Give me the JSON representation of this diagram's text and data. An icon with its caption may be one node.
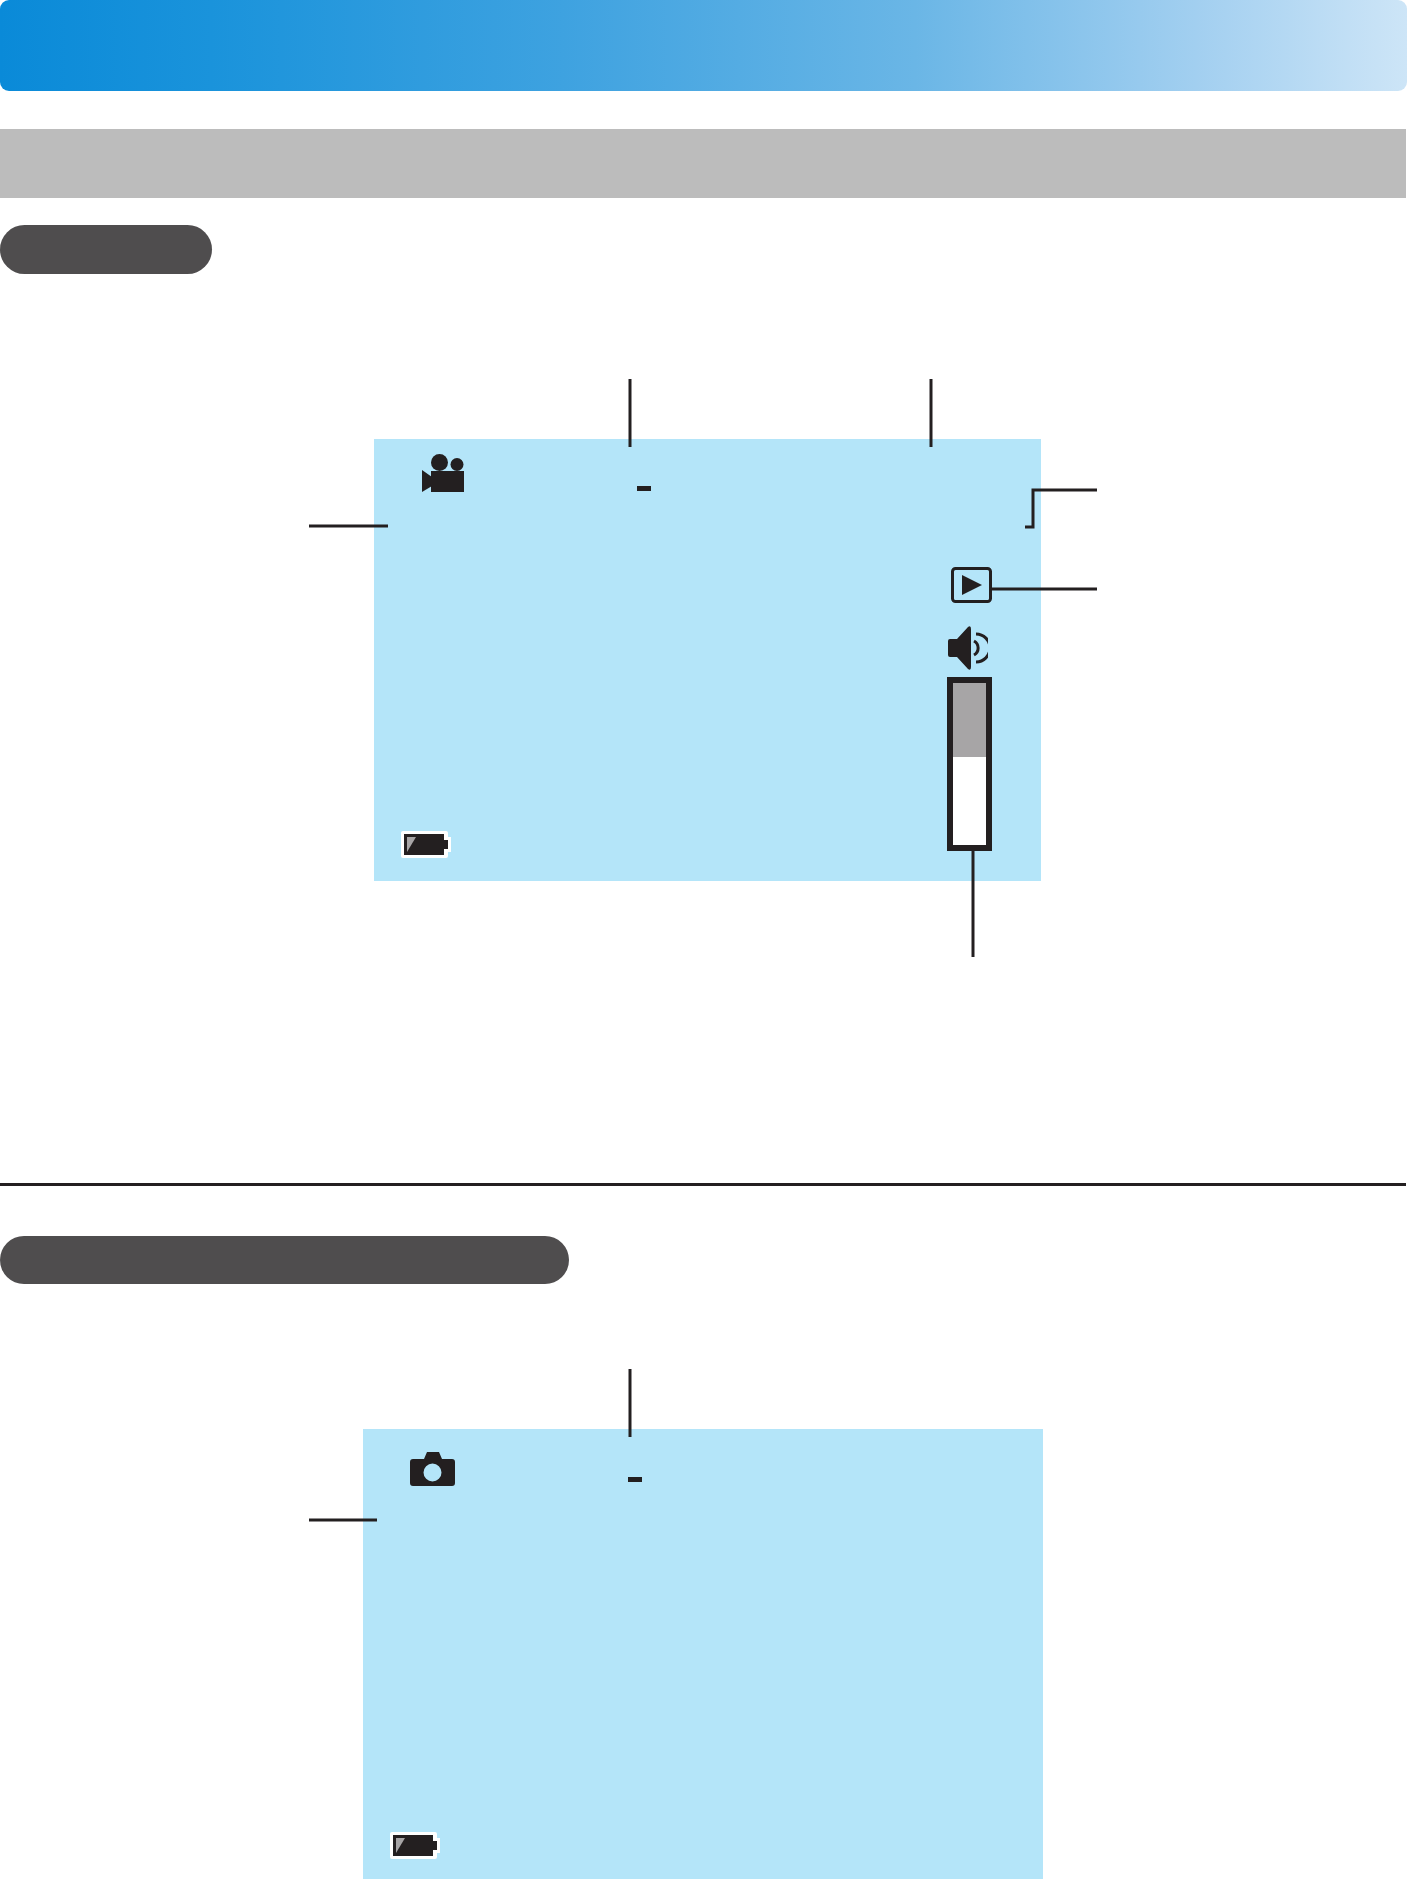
{
  "diagram": {
    "nodes": [
      {
        "text": [],
        "shape": "bar"
      },
      {
        "text": [],
        "shape": "bar"
      },
      {
        "text": [],
        "shape": "pill"
      },
      {
        "text": [],
        "shape": "box"
      },
      {
        "text": [],
        "shape": "picture",
        "in": 3
      },
      {
        "text": [],
        "shape": "bar",
        "in": 3
      },
      {
        "text": [],
        "shape": "pill"
      },
      {
        "text": [],
        "shape": "box"
      }
    ],
    "edges": [
      {
        "from": null,
        "to": 3,
        "arrow": "none"
      },
      {
        "from": null,
        "to": 3,
        "arrow": "none"
      },
      {
        "from": null,
        "to": 3,
        "arrow": "none"
      },
      {
        "from": null,
        "to": 3,
        "arrow": "none"
      },
      {
        "from": null,
        "to": 4,
        "arrow": "none"
      },
      {
        "from": null,
        "to": 5,
        "arrow": "none"
      },
      {
        "from": null,
        "to": 7,
        "arrow": "none"
      },
      {
        "from": null,
        "to": 7,
        "arrow": "none"
      }
    ]
  }
}
